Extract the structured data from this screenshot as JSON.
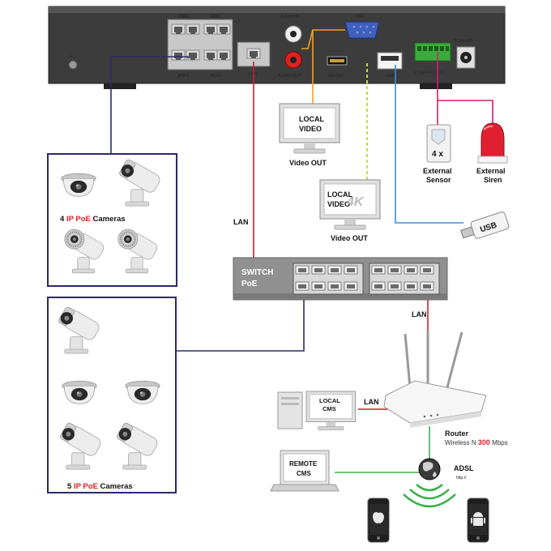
{
  "colors": {
    "nvr_body": "#3c3c3c",
    "port": "#d8d8d8",
    "lan_red": "#cc2222",
    "video_orange": "#f2a020",
    "hdmi_yellowgreen": "#c8d84a",
    "usb_blue": "#3a8fd8",
    "alarm_magenta": "#d4206a",
    "camera_frame_navy": "#2a2a6a",
    "cms_green": "#38b048",
    "highlight_red": "#e0202a"
  },
  "nvr": {
    "port_poe3": "POE3",
    "port_poe1": "POE1",
    "port_poe4": "POE4",
    "port_poe2": "POE2",
    "port_lan": "LAN",
    "audio_in": "AUDIO IN",
    "audio_out": "AUDIO OUT",
    "vga": "VGA",
    "hdmi": "HD-OUT",
    "usb": "USB",
    "alarm_pins": "C NO G 4 3 2 1",
    "power": "DC48~52V"
  },
  "local_video": {
    "screen_text": "LOCAL\nVIDEO",
    "caption": "Video OUT"
  },
  "local_video_4k": {
    "screen_text": "LOCAL\nVIDEO",
    "badge": "4K",
    "caption": "Video OUT"
  },
  "sensor": {
    "count": "4 x",
    "label_line1": "External",
    "label_line2": "Sensor"
  },
  "siren": {
    "label_line1": "External",
    "label_line2": "Siren"
  },
  "usb_stick": {
    "label": "USB"
  },
  "cameras_group_1": {
    "count": "4",
    "highlight": "IP PoE",
    "rest": "Cameras"
  },
  "cameras_group_2": {
    "count": "5",
    "highlight": "IP PoE",
    "rest": "Cameras"
  },
  "switch": {
    "line1": "SWITCH",
    "line2": "PoE"
  },
  "links": {
    "lan_nvr_switch": "LAN",
    "lan_switch_router": "LAN",
    "lan_cms_router": "LAN"
  },
  "local_cms": {
    "line1": "LOCAL",
    "line2": "CMS"
  },
  "router": {
    "title": "Router",
    "sub_prefix": "Wireless N",
    "speed": "300",
    "unit": "Mbps"
  },
  "adsl": {
    "label": "ADSL",
    "url": "http://"
  },
  "remote_cms": {
    "line1": "REMOTE",
    "line2": "CMS"
  },
  "phones": [
    {
      "os": "ios",
      "icon": "apple-icon"
    },
    {
      "os": "android",
      "icon": "android-icon"
    }
  ]
}
